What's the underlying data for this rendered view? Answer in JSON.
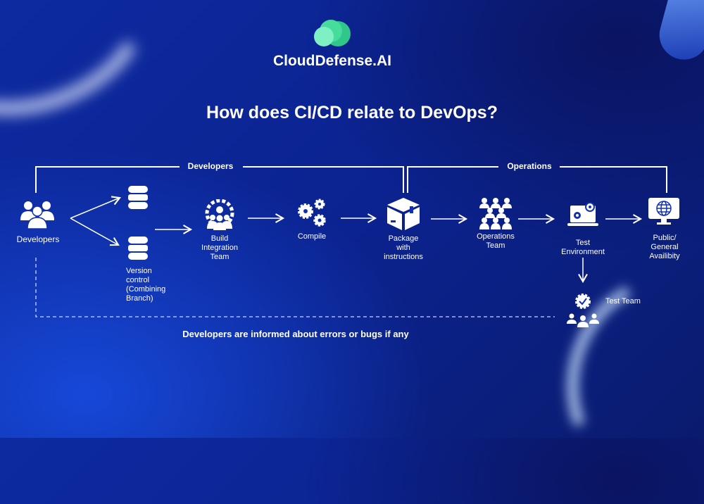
{
  "brand": {
    "name": "CloudDefense.AI",
    "colors": {
      "logo_light": "#5fe8b4",
      "logo_dark": "#2fc88a"
    }
  },
  "title": "How does CI/CD relate to DevOps?",
  "groups": {
    "developers": "Developers",
    "operations": "Operations"
  },
  "nodes": {
    "developers": "Developers",
    "version_control": [
      "Version",
      "control",
      "(Combining",
      "Branch)"
    ],
    "build": [
      "Build",
      "Integration",
      "Team"
    ],
    "compile": "Compile",
    "package": [
      "Package",
      "with",
      "instructions"
    ],
    "ops_team": [
      "Operations",
      "Team"
    ],
    "test_env": [
      "Test",
      "Environment"
    ],
    "public": [
      "Public/",
      "General",
      "Availibity"
    ],
    "test_team": "Test Team"
  },
  "feedback": "Developers are informed about errors or bugs if any",
  "colors": {
    "background": "#0b2390",
    "line": "#ffffff"
  }
}
